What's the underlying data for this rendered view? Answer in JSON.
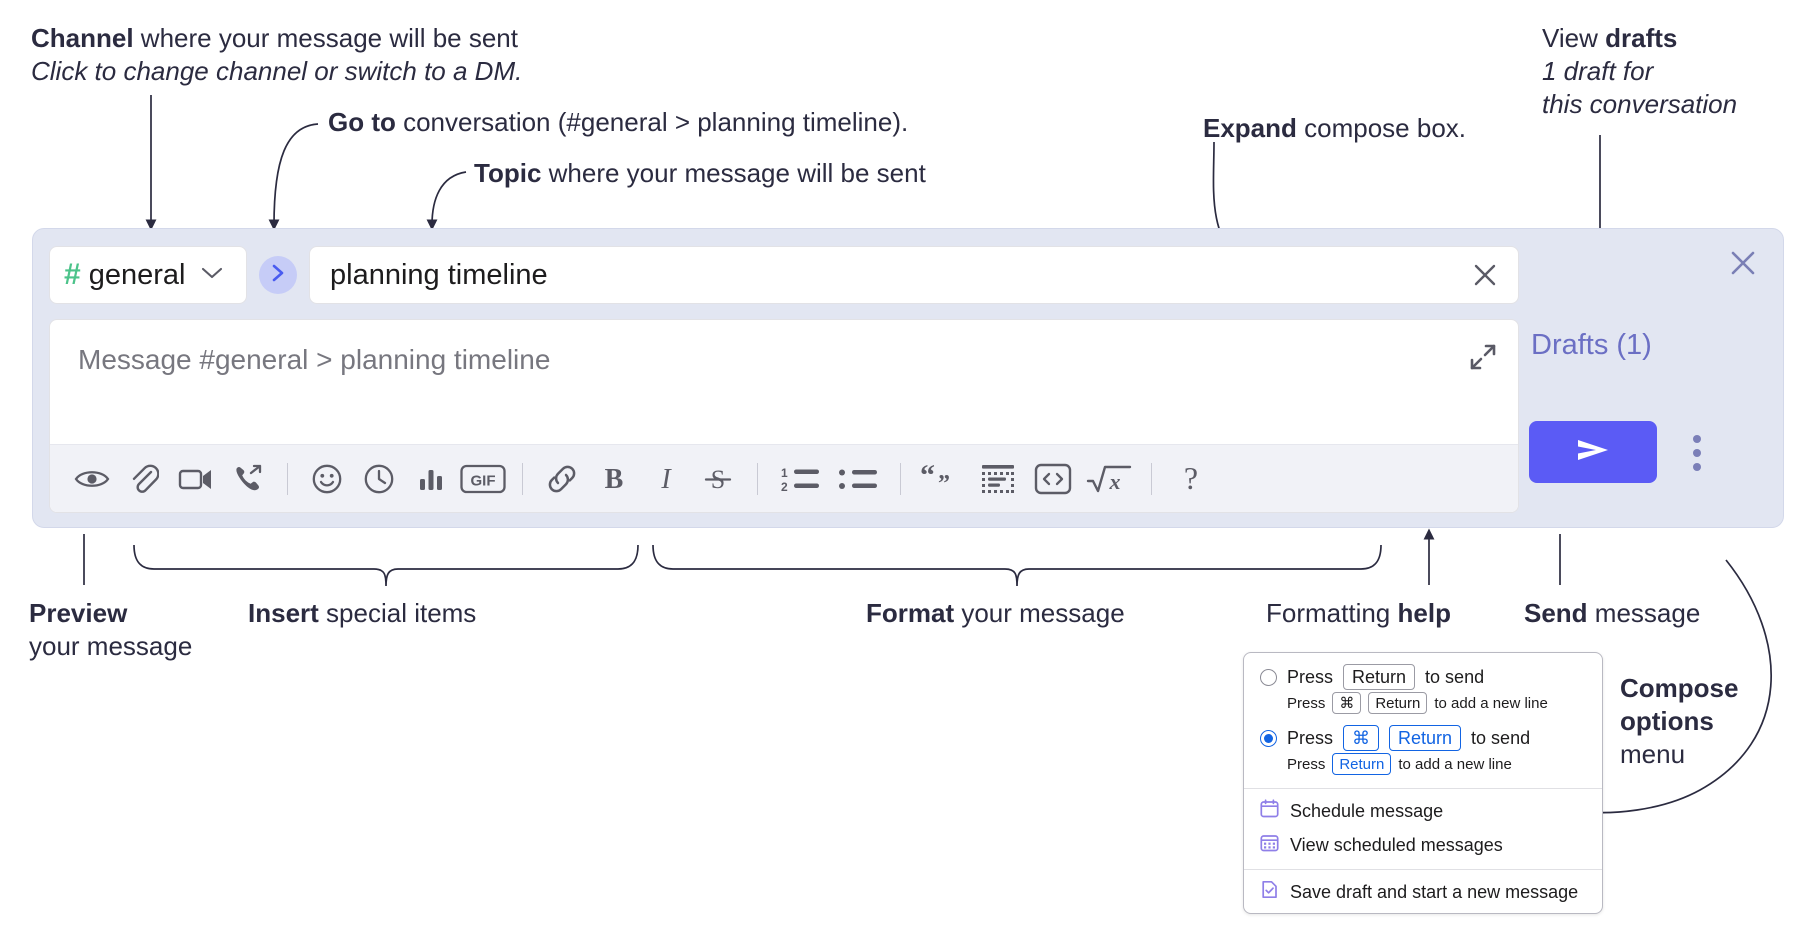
{
  "annotations": {
    "channel": {
      "bold": "Channel",
      "rest": " where your message will be sent",
      "italic": "Click to change channel or switch to a DM."
    },
    "goto": {
      "bold": "Go to",
      "rest": " conversation (#general > planning timeline)."
    },
    "topic": {
      "bold": "Topic",
      "rest": " where your message will be sent"
    },
    "expand": {
      "bold": "Expand",
      "rest": " compose box."
    },
    "drafts": {
      "plain": "View ",
      "bold": "drafts",
      "italic1": "1 draft for",
      "italic2": "this conversation"
    },
    "preview": {
      "bold": "Preview",
      "rest": "your message"
    },
    "insert": {
      "bold": "Insert",
      "rest": " special items"
    },
    "format": {
      "bold": "Format",
      "rest": " your message"
    },
    "formatting_help": {
      "plain": "Formatting ",
      "bold": "help"
    },
    "send": {
      "bold": "Send",
      "rest": " message"
    },
    "compose_options": {
      "bold1": "Compose",
      "bold2": "options",
      "rest": "menu"
    }
  },
  "compose": {
    "channel": {
      "hash": "#",
      "name": "general",
      "chevron_icon": "chevron-down-icon"
    },
    "goto_icon": "chevron-right-icon",
    "topic": {
      "value": "planning timeline",
      "clear_icon": "close-icon"
    },
    "message": {
      "placeholder": "Message #general > planning timeline",
      "expand_icon": "expand-icon"
    },
    "toolbar": [
      {
        "name": "preview-button",
        "icon": "eye-icon"
      },
      {
        "name": "attach-button",
        "icon": "paperclip-icon"
      },
      {
        "name": "video-button",
        "icon": "video-camera-icon"
      },
      {
        "name": "call-button",
        "icon": "phone-forward-icon"
      },
      {
        "name": "separator-1",
        "icon": "separator"
      },
      {
        "name": "emoji-button",
        "icon": "smiley-icon"
      },
      {
        "name": "reminder-button",
        "icon": "clock-icon"
      },
      {
        "name": "poll-button",
        "icon": "bar-chart-icon"
      },
      {
        "name": "gif-button",
        "icon": "gif-icon"
      },
      {
        "name": "separator-2",
        "icon": "separator"
      },
      {
        "name": "link-button",
        "icon": "link-icon"
      },
      {
        "name": "bold-button",
        "icon": "bold-icon"
      },
      {
        "name": "italic-button",
        "icon": "italic-icon"
      },
      {
        "name": "strikethrough-button",
        "icon": "strikethrough-icon"
      },
      {
        "name": "separator-3",
        "icon": "separator"
      },
      {
        "name": "ordered-list-button",
        "icon": "ordered-list-icon"
      },
      {
        "name": "bulleted-list-button",
        "icon": "bulleted-list-icon"
      },
      {
        "name": "separator-4",
        "icon": "separator"
      },
      {
        "name": "blockquote-button",
        "icon": "quote-icon"
      },
      {
        "name": "code-block-button",
        "icon": "code-block-icon"
      },
      {
        "name": "code-button",
        "icon": "code-brackets-icon"
      },
      {
        "name": "latex-button",
        "icon": "square-root-x-icon"
      },
      {
        "name": "separator-5",
        "icon": "separator"
      },
      {
        "name": "formatting-help-button",
        "icon": "question-mark-icon",
        "label": "?"
      }
    ],
    "gif_label": "GIF",
    "bold_label": "B",
    "italic_label": "I",
    "strike_label": "S",
    "help_label": "?",
    "right_rail": {
      "close_icon": "close-icon",
      "drafts_label": "Drafts (1)",
      "send_icon": "send-paper-plane-icon",
      "overflow_icon": "vertical-ellipsis-icon"
    }
  },
  "compose_menu": {
    "options": [
      {
        "selected": false,
        "prefix": "Press",
        "keys": [
          "Return"
        ],
        "suffix": "to send",
        "sub_prefix": "Press",
        "sub_keys": [
          "⌘",
          "Return"
        ],
        "sub_suffix": "to add a new line"
      },
      {
        "selected": true,
        "prefix": "Press",
        "keys": [
          "⌘",
          "Return"
        ],
        "suffix": "to send",
        "sub_prefix": "Press",
        "sub_keys": [
          "Return"
        ],
        "sub_suffix": "to add a new line"
      }
    ],
    "items": [
      {
        "label": "Schedule message",
        "icon": "calendar-icon"
      },
      {
        "label": "View scheduled messages",
        "icon": "calendar-grid-icon"
      },
      {
        "label": "Save draft and start a new message",
        "icon": "file-check-icon",
        "divider_above": true
      }
    ]
  },
  "colors": {
    "panel_bg": "#e2e6f2",
    "accent_blue": "#5b5bf5",
    "drafts_text": "#6b6fc4",
    "hash_green": "#4CC38A",
    "key_blue": "#1264e3"
  }
}
